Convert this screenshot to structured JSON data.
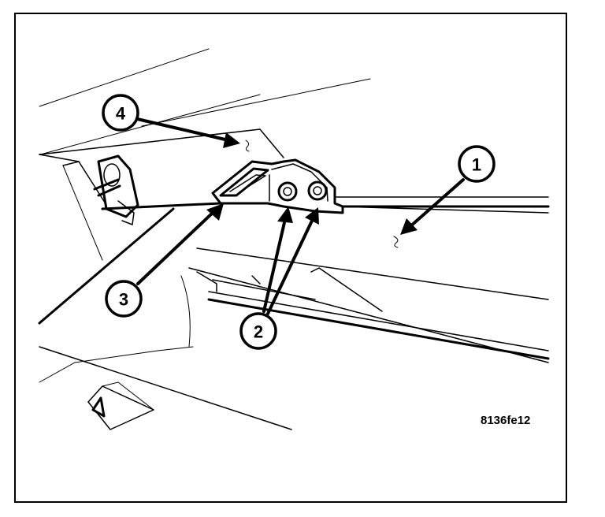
{
  "callouts": [
    {
      "id": "1",
      "label": "1"
    },
    {
      "id": "2",
      "label": "2"
    },
    {
      "id": "3",
      "label": "3"
    },
    {
      "id": "4",
      "label": "4"
    }
  ],
  "figure_code": "8136fe12"
}
